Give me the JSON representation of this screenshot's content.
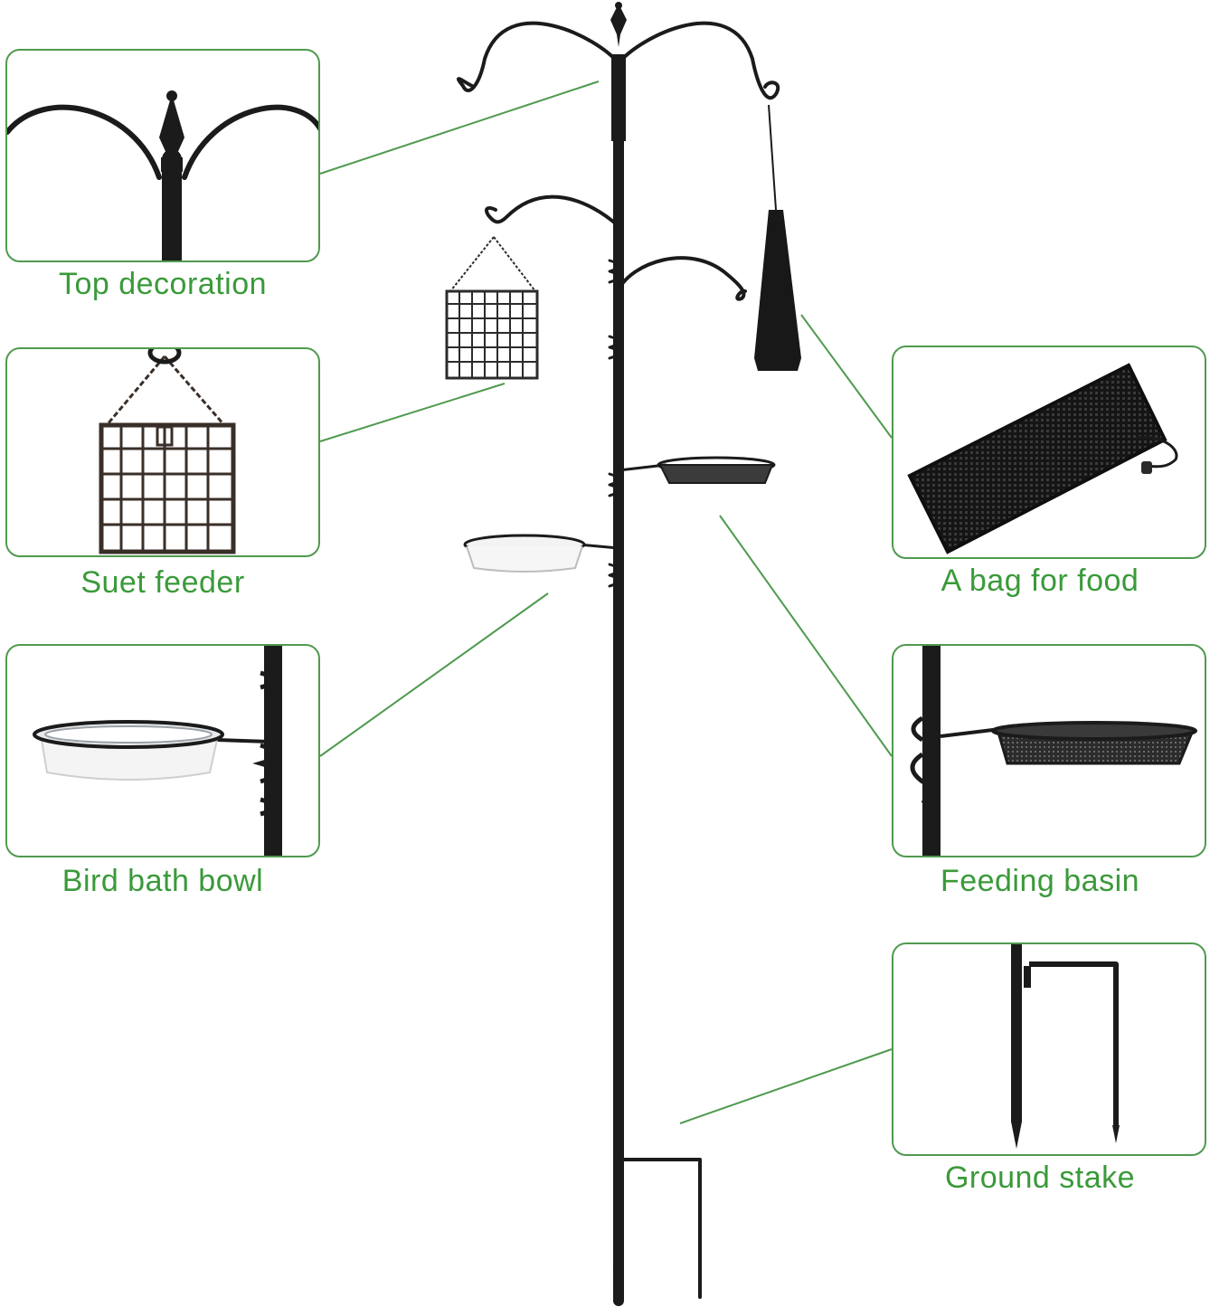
{
  "colors": {
    "accent": "#3a9a3a",
    "box_border": "#4f9a4f",
    "leader_line": "#4f9a4f",
    "metal": "#1b1b1b"
  },
  "parts": {
    "top_decoration": {
      "label": "Top decoration",
      "icon": "finial-icon"
    },
    "suet_feeder": {
      "label": "Suet feeder",
      "icon": "cage-icon"
    },
    "bird_bath_bowl": {
      "label": "Bird bath bowl",
      "icon": "bowl-icon"
    },
    "food_bag": {
      "label": "A bag for food",
      "icon": "mesh-bag-icon"
    },
    "feeding_basin": {
      "label": "Feeding basin",
      "icon": "mesh-tray-icon"
    },
    "ground_stake": {
      "label": "Ground stake",
      "icon": "stake-icon"
    }
  }
}
